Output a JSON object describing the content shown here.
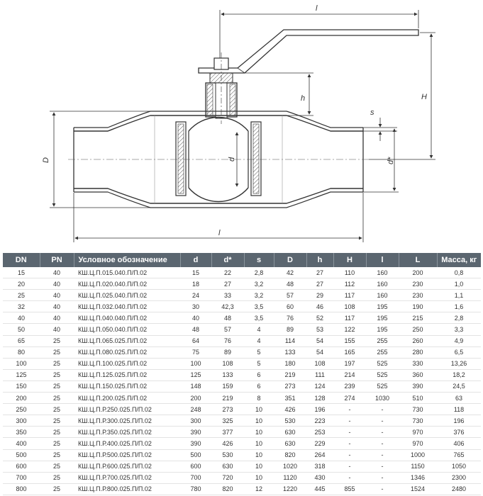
{
  "drawing": {
    "labels": {
      "l_top": "l",
      "H": "H",
      "h": "h",
      "s": "s",
      "d_star": "d*",
      "D": "D",
      "d": "d",
      "l_bottom": "l"
    }
  },
  "table": {
    "columns": [
      "DN",
      "PN",
      "Условное обозначение",
      "d",
      "d*",
      "s",
      "D",
      "h",
      "H",
      "l",
      "L",
      "Масса, кг"
    ],
    "rows": [
      [
        "15",
        "40",
        "КШ.Ц.П.015.040.П/П.02",
        "15",
        "22",
        "2,8",
        "42",
        "27",
        "110",
        "160",
        "200",
        "0,8"
      ],
      [
        "20",
        "40",
        "КШ.Ц.П.020.040.П/П.02",
        "18",
        "27",
        "3,2",
        "48",
        "27",
        "112",
        "160",
        "230",
        "1,0"
      ],
      [
        "25",
        "40",
        "КШ.Ц.П.025.040.П/П.02",
        "24",
        "33",
        "3,2",
        "57",
        "29",
        "117",
        "160",
        "230",
        "1,1"
      ],
      [
        "32",
        "40",
        "КШ.Ц.П.032.040.П/П.02",
        "30",
        "42,3",
        "3,5",
        "60",
        "46",
        "108",
        "195",
        "190",
        "1,6"
      ],
      [
        "40",
        "40",
        "КШ.Ц.П.040.040.П/П.02",
        "40",
        "48",
        "3,5",
        "76",
        "52",
        "117",
        "195",
        "215",
        "2,8"
      ],
      [
        "50",
        "40",
        "КШ.Ц.П.050.040.П/П.02",
        "48",
        "57",
        "4",
        "89",
        "53",
        "122",
        "195",
        "250",
        "3,3"
      ],
      [
        "65",
        "25",
        "КШ.Ц.П.065.025.П/П.02",
        "64",
        "76",
        "4",
        "114",
        "54",
        "155",
        "255",
        "260",
        "4,9"
      ],
      [
        "80",
        "25",
        "КШ.Ц.П.080.025.П/П.02",
        "75",
        "89",
        "5",
        "133",
        "54",
        "165",
        "255",
        "280",
        "6,5"
      ],
      [
        "100",
        "25",
        "КШ.Ц.П.100.025.П/П.02",
        "100",
        "108",
        "5",
        "180",
        "108",
        "197",
        "525",
        "330",
        "13,26"
      ],
      [
        "125",
        "25",
        "КШ.Ц.П.125.025.П/П.02",
        "125",
        "133",
        "6",
        "219",
        "111",
        "214",
        "525",
        "360",
        "18,2"
      ],
      [
        "150",
        "25",
        "КШ.Ц.П.150.025.П/П.02",
        "148",
        "159",
        "6",
        "273",
        "124",
        "239",
        "525",
        "390",
        "24,5"
      ],
      [
        "200",
        "25",
        "КШ.Ц.П.200.025.П/П.02",
        "200",
        "219",
        "8",
        "351",
        "128",
        "274",
        "1030",
        "510",
        "63"
      ],
      [
        "250",
        "25",
        "КШ.Ц.П.Р.250.025.П/П.02",
        "248",
        "273",
        "10",
        "426",
        "196",
        "-",
        "-",
        "730",
        "118"
      ],
      [
        "300",
        "25",
        "КШ.Ц.П.Р.300.025.П/П.02",
        "300",
        "325",
        "10",
        "530",
        "223",
        "-",
        "-",
        "730",
        "196"
      ],
      [
        "350",
        "25",
        "КШ.Ц.П.Р.350.025.П/П.02",
        "390",
        "377",
        "10",
        "630",
        "253",
        "-",
        "-",
        "970",
        "376"
      ],
      [
        "400",
        "25",
        "КШ.Ц.П.Р.400.025.П/П.02",
        "390",
        "426",
        "10",
        "630",
        "229",
        "-",
        "-",
        "970",
        "406"
      ],
      [
        "500",
        "25",
        "КШ.Ц.П.Р.500.025.П/П.02",
        "500",
        "530",
        "10",
        "820",
        "264",
        "-",
        "-",
        "1000",
        "765"
      ],
      [
        "600",
        "25",
        "КШ.Ц.П.Р.600.025.П/П.02",
        "600",
        "630",
        "10",
        "1020",
        "318",
        "-",
        "-",
        "1150",
        "1050"
      ],
      [
        "700",
        "25",
        "КШ.Ц.П.Р.700.025.П/П.02",
        "700",
        "720",
        "10",
        "1120",
        "430",
        "-",
        "-",
        "1346",
        "2300"
      ],
      [
        "800",
        "25",
        "КШ.Ц.П.Р.800.025.П/П.02",
        "780",
        "820",
        "12",
        "1220",
        "445",
        "855",
        "-",
        "1524",
        "2480"
      ]
    ]
  }
}
